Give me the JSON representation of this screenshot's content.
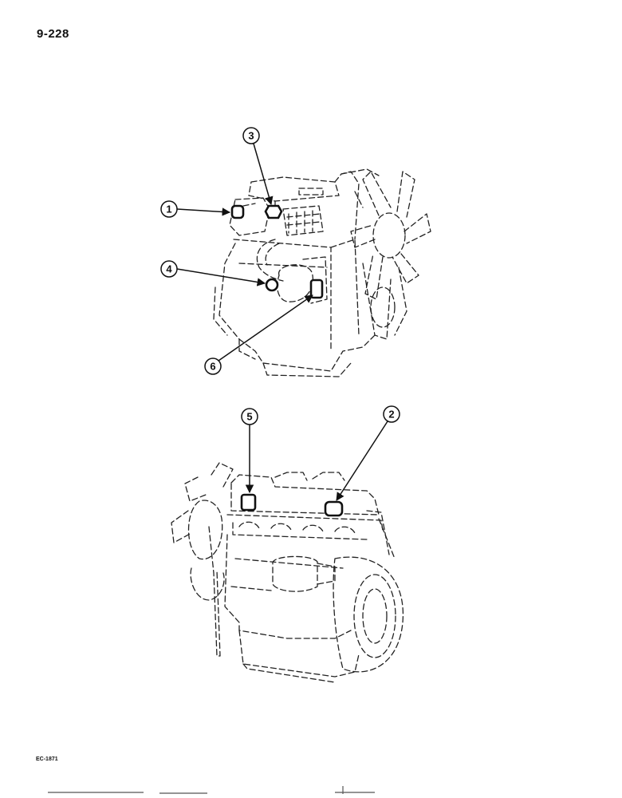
{
  "page_number": "9-228",
  "ref_code": "EC-1871",
  "callouts": [
    "1",
    "2",
    "3",
    "4",
    "5",
    "6"
  ]
}
